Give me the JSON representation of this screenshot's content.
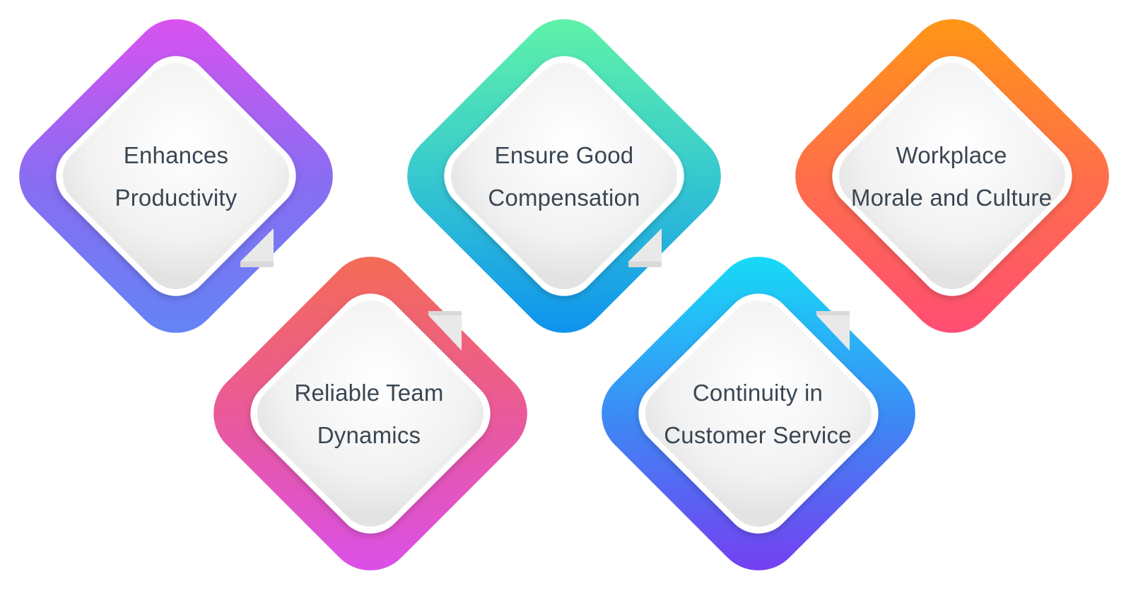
{
  "items": [
    {
      "line1": "Enhances",
      "line2": "Productivity",
      "gradient": [
        "#e24ff0",
        "#8a6cf2",
        "#5f86f5"
      ]
    },
    {
      "line1": "Ensure Good",
      "line2": "Compensation",
      "gradient": [
        "#63f7a4",
        "#37c9cf",
        "#0a8df2"
      ]
    },
    {
      "line1": "Workplace",
      "line2": "Morale and Culture",
      "gradient": [
        "#ff9a10",
        "#ff6f4a",
        "#ff4a78"
      ]
    },
    {
      "line1": "Reliable Team",
      "line2": "Dynamics",
      "gradient": [
        "#f56d4d",
        "#ea5a9a",
        "#d84ff0"
      ]
    },
    {
      "line1": "Continuity in",
      "line2": "Customer Service",
      "gradient": [
        "#12e4f7",
        "#3b8cf5",
        "#7b36f0"
      ]
    }
  ]
}
